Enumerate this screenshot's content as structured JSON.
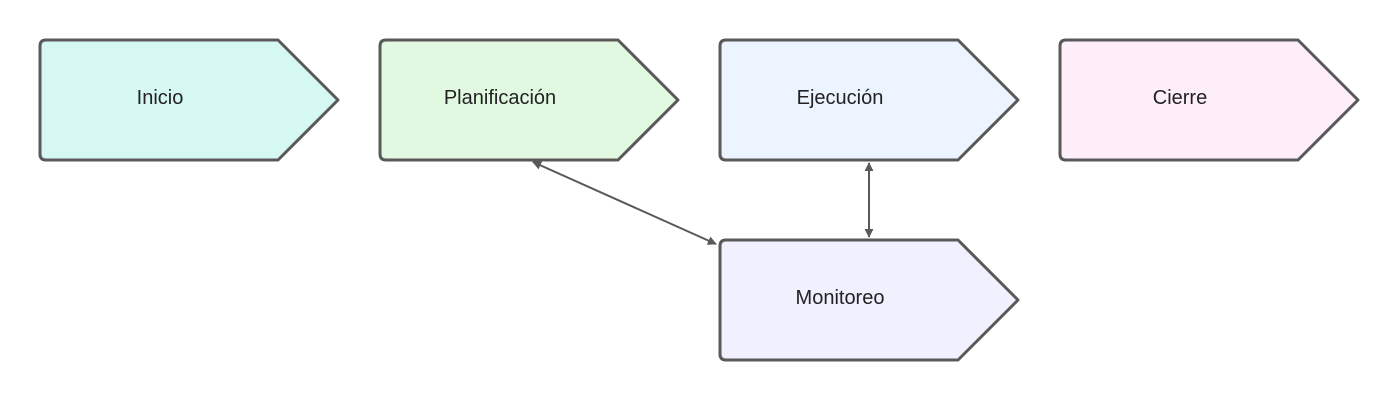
{
  "diagram": {
    "type": "process-flow",
    "colors": {
      "stroke": "#595959",
      "arrow": "#595959",
      "text": "#222222"
    },
    "nodes": {
      "inicio": {
        "label": "Inicio",
        "fill": "#d6f8f3"
      },
      "planificacion": {
        "label": "Planificación",
        "fill": "#e1f9e1"
      },
      "ejecucion": {
        "label": "Ejecución",
        "fill": "#ecf4ff"
      },
      "cierre": {
        "label": "Cierre",
        "fill": "#fdeefa"
      },
      "monitoreo": {
        "label": "Monitoreo",
        "fill": "#f0f0ff"
      }
    },
    "edges": [
      {
        "from": "planificacion",
        "to": "monitoreo",
        "direction": "both"
      },
      {
        "from": "ejecucion",
        "to": "monitoreo",
        "direction": "both"
      }
    ]
  }
}
